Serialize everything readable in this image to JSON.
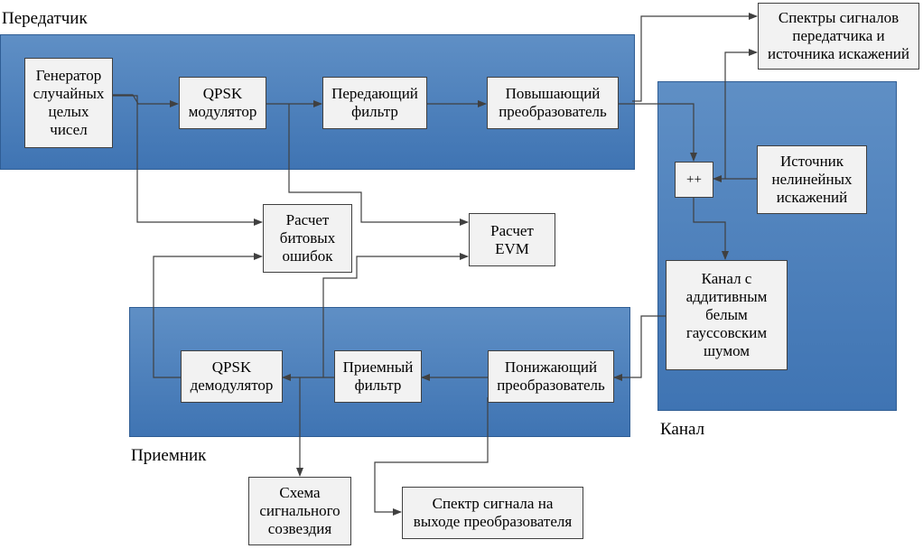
{
  "groups": {
    "transmitter": "Передатчик",
    "receiver": "Приемник",
    "channel": "Канал"
  },
  "blocks": {
    "rng": "Генератор\nслучайных\nцелых\nчисел",
    "qpsk_mod": "QPSK\nмодулятор",
    "tx_filter": "Передающий\nфильтр",
    "upconverter": "Повышающий\nпреобразователь",
    "spectra_tx": "Спектры сигналов\nпередатчика и\nисточника искажений",
    "summer": "++",
    "nonlinear_source": "Источник\nнелинейных\nискажений",
    "awgn_channel": "Канал с\nаддитивным\nбелым\nгауссовским\nшумом",
    "ber_calc": "Расчет\nбитовых\nошибок",
    "evm_calc": "Расчет\nEVM",
    "qpsk_demod": "QPSK\nдемодулятор",
    "rx_filter": "Приемный\nфильтр",
    "downconverter": "Понижающий\nпреобразователь",
    "constellation": "Схема\nсигнального\nсозвездия",
    "spectrum_out": "Спектр сигнала на\nвыходе преобразователя"
  },
  "colors": {
    "panel_top": "#5f8fc5",
    "panel_bottom": "#3f74b3",
    "block_fill": "#f2f2f2",
    "wire": "#404040"
  }
}
